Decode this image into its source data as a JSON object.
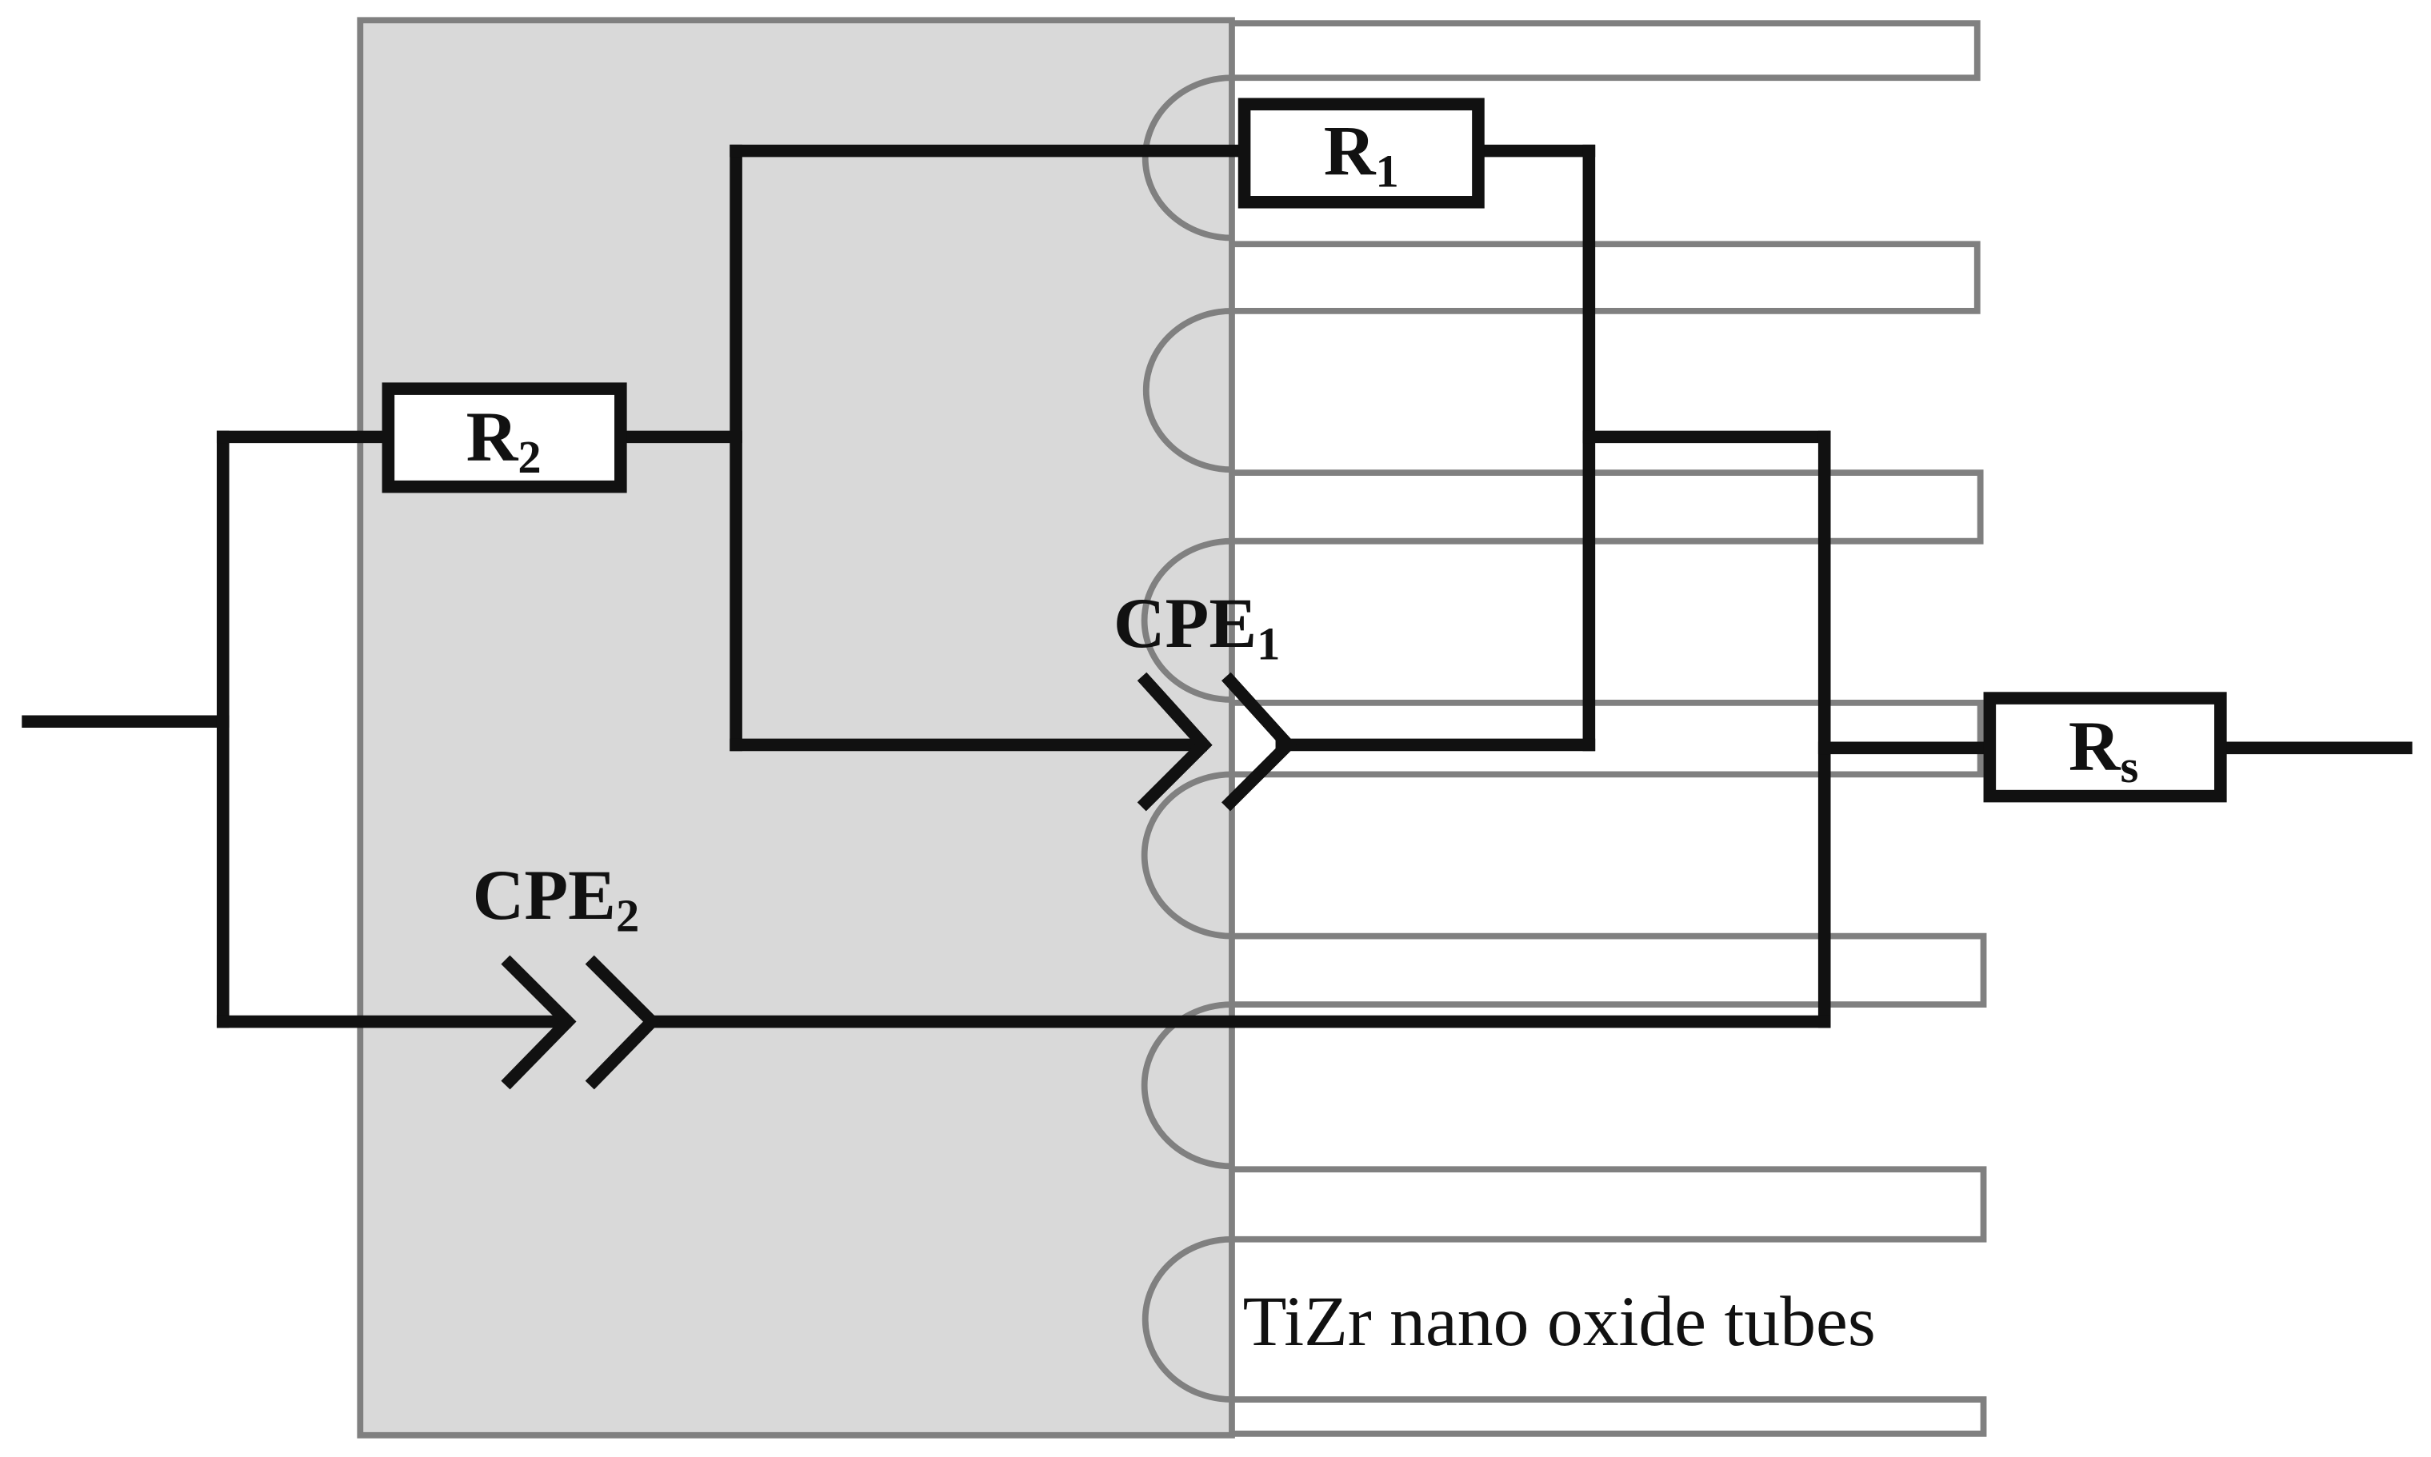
{
  "components": {
    "r1": {
      "main": "R",
      "sub": "1"
    },
    "r2": {
      "main": "R",
      "sub": "2"
    },
    "rs": {
      "main": "R",
      "sub": "s"
    },
    "cpe1": {
      "main": "CPE",
      "sub": "1"
    },
    "cpe2": {
      "main": "CPE",
      "sub": "2"
    }
  },
  "caption": "TiZr nano oxide tubes",
  "colors": {
    "substrate_fill": "#d9d9d9",
    "outline": "#808080",
    "wire": "#111111",
    "background": "#ffffff"
  }
}
